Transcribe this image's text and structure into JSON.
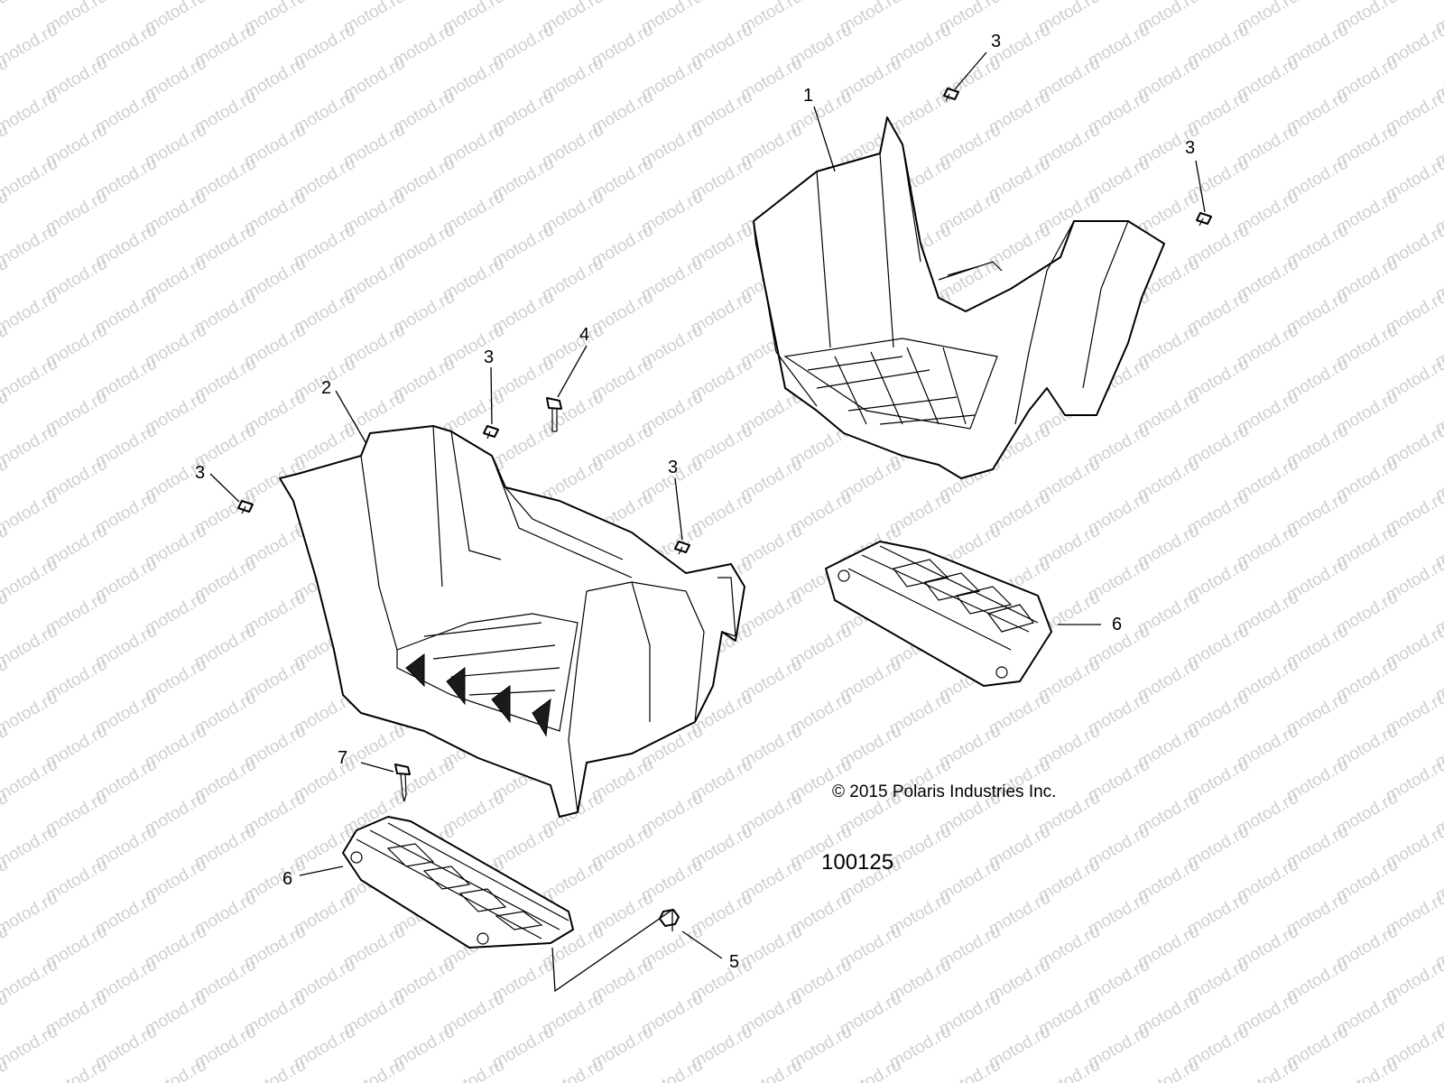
{
  "watermark": {
    "text": "motod.ru"
  },
  "copyright": "© 2015 Polaris Industries Inc.",
  "reference_number": "100125",
  "callouts": [
    {
      "label": "1",
      "part": "rear-footwell"
    },
    {
      "label": "2",
      "part": "front-footwell"
    },
    {
      "label": "3",
      "part": "push-rivet"
    },
    {
      "label": "3",
      "part": "push-rivet"
    },
    {
      "label": "3",
      "part": "push-rivet"
    },
    {
      "label": "3",
      "part": "push-rivet"
    },
    {
      "label": "3",
      "part": "push-rivet"
    },
    {
      "label": "4",
      "part": "bolt"
    },
    {
      "label": "5",
      "part": "nut"
    },
    {
      "label": "6",
      "part": "footrest-pad"
    },
    {
      "label": "6",
      "part": "footrest-pad"
    },
    {
      "label": "7",
      "part": "screw"
    }
  ]
}
